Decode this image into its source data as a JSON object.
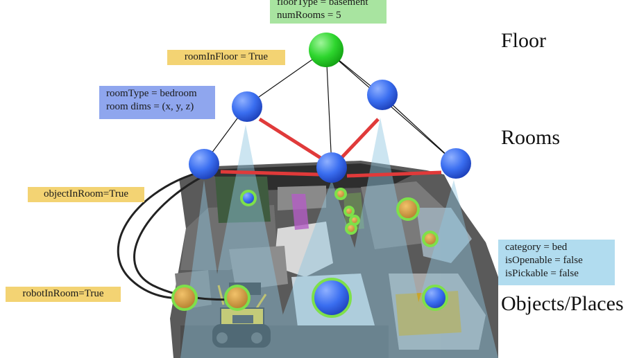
{
  "floor_attrs": {
    "floor_type": "floorType = basement",
    "num_rooms": "numRooms = 5"
  },
  "edge_labels": {
    "room_in_floor": "roomInFloor = True",
    "object_in_room": "objectInRoom=True",
    "robot_in_room": "robotInRoom=True"
  },
  "room_attrs": {
    "room_type": "roomType = bedroom",
    "room_dims": "room dims = (x, y, z)"
  },
  "object_attrs": {
    "category": "category = bed",
    "is_openable": "isOpenable = false",
    "is_pickable": "isPickable = false"
  },
  "levels": {
    "floor": "Floor",
    "rooms": "Rooms",
    "objects": "Objects/Places"
  },
  "colors": {
    "floor_node": "#22cc22",
    "room_node": "#2f63e8",
    "object_ring": "#7ee04a",
    "room_edge": "#e03a3a",
    "tree_edge": "#111111",
    "frustum": "#8fc6e0"
  }
}
